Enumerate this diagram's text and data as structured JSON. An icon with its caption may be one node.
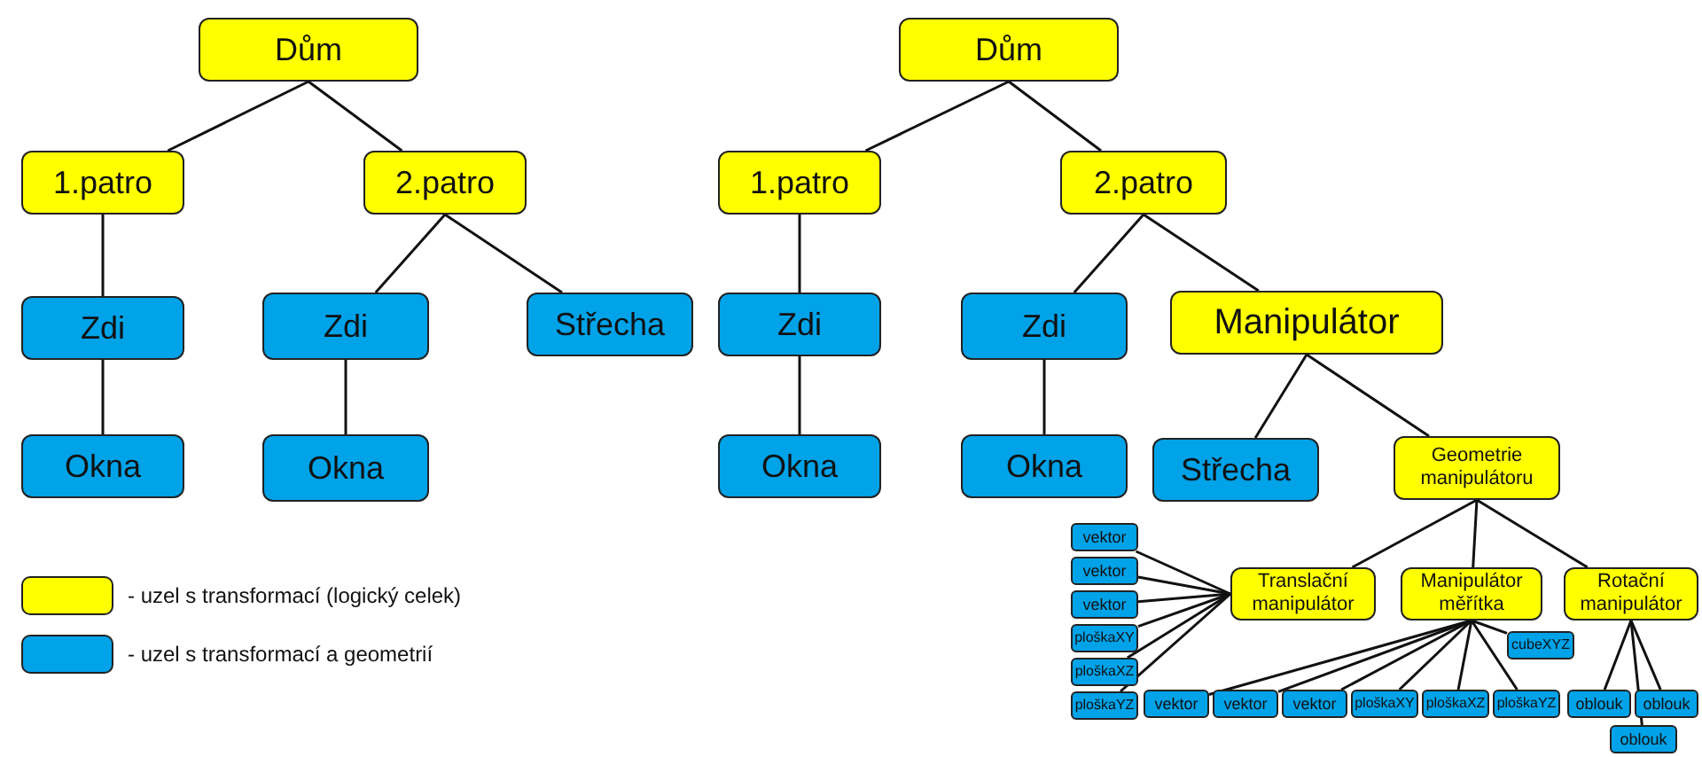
{
  "diagram": {
    "nodes": [
      {
        "text": [
          "Dům"
        ]
      },
      {
        "text": [
          "1.patro"
        ]
      },
      {
        "text": [
          "2.patro"
        ]
      },
      {
        "text": [
          "Zdi"
        ]
      },
      {
        "text": [
          "Zdi"
        ]
      },
      {
        "text": [
          "Střecha"
        ]
      },
      {
        "text": [
          "Okna"
        ]
      },
      {
        "text": [
          "Okna"
        ]
      },
      {
        "text": [
          "Dům"
        ]
      },
      {
        "text": [
          "1.patro"
        ]
      },
      {
        "text": [
          "2.patro"
        ]
      },
      {
        "text": [
          "Zdi"
        ]
      },
      {
        "text": [
          "Zdi"
        ]
      },
      {
        "text": [
          "Manipulátor"
        ]
      },
      {
        "text": [
          "Okna"
        ]
      },
      {
        "text": [
          "Okna"
        ]
      },
      {
        "text": [
          "Střecha"
        ]
      },
      {
        "text": [
          "Geometrie manipulátoru"
        ]
      },
      {
        "text": [
          "Translační manipulátor"
        ]
      },
      {
        "text": [
          "Manipulátor měřítka"
        ]
      },
      {
        "text": [
          "Rotační manipulátor"
        ]
      },
      {
        "text": [
          "vektor"
        ]
      },
      {
        "text": [
          "vektor"
        ]
      },
      {
        "text": [
          "vektor"
        ]
      },
      {
        "text": [
          "ploškaXY"
        ]
      },
      {
        "text": [
          "ploškaXZ"
        ]
      },
      {
        "text": [
          "ploškaYZ"
        ]
      },
      {
        "text": [
          "cubeXYZ"
        ]
      },
      {
        "text": [
          "vektor"
        ]
      },
      {
        "text": [
          "vektor"
        ]
      },
      {
        "text": [
          "vektor"
        ]
      },
      {
        "text": [
          "ploškaXY"
        ]
      },
      {
        "text": [
          "ploškaXZ"
        ]
      },
      {
        "text": [
          "ploškaYZ"
        ]
      },
      {
        "text": [
          "oblouk"
        ]
      },
      {
        "text": [
          "oblouk"
        ]
      },
      {
        "text": [
          "oblouk"
        ]
      }
    ],
    "edges": [
      {
        "from": 0,
        "to": 1,
        "arrow": "none"
      },
      {
        "from": 0,
        "to": 2,
        "arrow": "none"
      },
      {
        "from": 1,
        "to": 3,
        "arrow": "none"
      },
      {
        "from": 2,
        "to": 4,
        "arrow": "none"
      },
      {
        "from": 2,
        "to": 5,
        "arrow": "none"
      },
      {
        "from": 3,
        "to": 6,
        "arrow": "none"
      },
      {
        "from": 4,
        "to": 7,
        "arrow": "none"
      },
      {
        "from": 8,
        "to": 9,
        "arrow": "none"
      },
      {
        "from": 8,
        "to": 10,
        "arrow": "none"
      },
      {
        "from": 9,
        "to": 11,
        "arrow": "none"
      },
      {
        "from": 10,
        "to": 12,
        "arrow": "none"
      },
      {
        "from": 10,
        "to": 13,
        "arrow": "none"
      },
      {
        "from": 11,
        "to": 14,
        "arrow": "none"
      },
      {
        "from": 12,
        "to": 15,
        "arrow": "none"
      },
      {
        "from": 13,
        "to": 16,
        "arrow": "none"
      },
      {
        "from": 13,
        "to": 17,
        "arrow": "none"
      },
      {
        "from": 17,
        "to": 18,
        "arrow": "none"
      },
      {
        "from": 17,
        "to": 19,
        "arrow": "none"
      },
      {
        "from": 17,
        "to": 20,
        "arrow": "none"
      },
      {
        "from": 18,
        "to": 21,
        "arrow": "none"
      },
      {
        "from": 18,
        "to": 22,
        "arrow": "none"
      },
      {
        "from": 18,
        "to": 23,
        "arrow": "none"
      },
      {
        "from": 18,
        "to": 24,
        "arrow": "none"
      },
      {
        "from": 18,
        "to": 25,
        "arrow": "none"
      },
      {
        "from": 18,
        "to": 26,
        "arrow": "none"
      },
      {
        "from": 19,
        "to": 27,
        "arrow": "none"
      },
      {
        "from": 19,
        "to": 28,
        "arrow": "none"
      },
      {
        "from": 19,
        "to": 29,
        "arrow": "none"
      },
      {
        "from": 19,
        "to": 30,
        "arrow": "none"
      },
      {
        "from": 19,
        "to": 31,
        "arrow": "none"
      },
      {
        "from": 19,
        "to": 32,
        "arrow": "none"
      },
      {
        "from": 19,
        "to": 33,
        "arrow": "none"
      },
      {
        "from": 20,
        "to": 34,
        "arrow": "none"
      },
      {
        "from": 20,
        "to": 35,
        "arrow": "none"
      },
      {
        "from": 20,
        "to": 36,
        "arrow": "none"
      }
    ],
    "legend": [
      {
        "text": "- uzel s transformací (logický celek)",
        "color": "#ffff00"
      },
      {
        "text": "- uzel s transformací a geometrií",
        "color": "#00a2e8"
      }
    ]
  }
}
